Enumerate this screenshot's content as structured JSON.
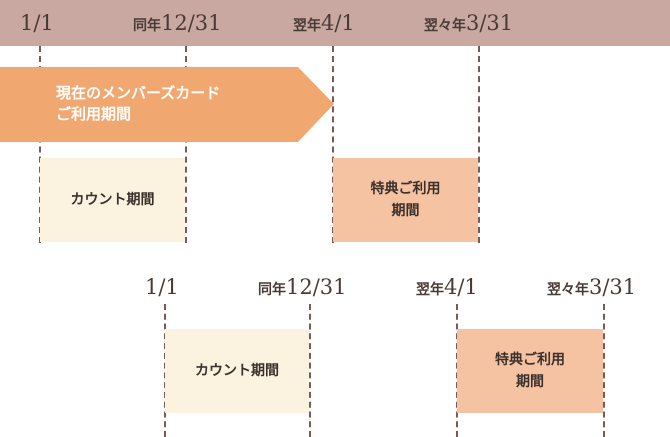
{
  "top_row": {
    "dates": [
      {
        "prefix": "",
        "value": "1/1"
      },
      {
        "prefix": "同年",
        "value": "12/31"
      },
      {
        "prefix": "翌年",
        "value": "4/1"
      },
      {
        "prefix": "翌々年",
        "value": "3/31"
      }
    ],
    "arrow_line1": "現在のメンバーズカード",
    "arrow_line2": "ご利用期間",
    "count_period": "カウント期間",
    "benefit_line1": "特典ご利用",
    "benefit_line2": "期間"
  },
  "bottom_row": {
    "dates": [
      {
        "prefix": "",
        "value": "1/1"
      },
      {
        "prefix": "同年",
        "value": "12/31"
      },
      {
        "prefix": "翌年",
        "value": "4/1"
      },
      {
        "prefix": "翌々年",
        "value": "3/31"
      }
    ],
    "count_period": "カウント期間",
    "benefit_line1": "特典ご利用",
    "benefit_line2": "期間"
  },
  "colors": {
    "top_band": "#c8a8a0",
    "arrow": "#f0a870",
    "count_box": "#fbf2df",
    "benefit_box": "#f5c2a2",
    "dashed_line": "#7a5a54"
  }
}
